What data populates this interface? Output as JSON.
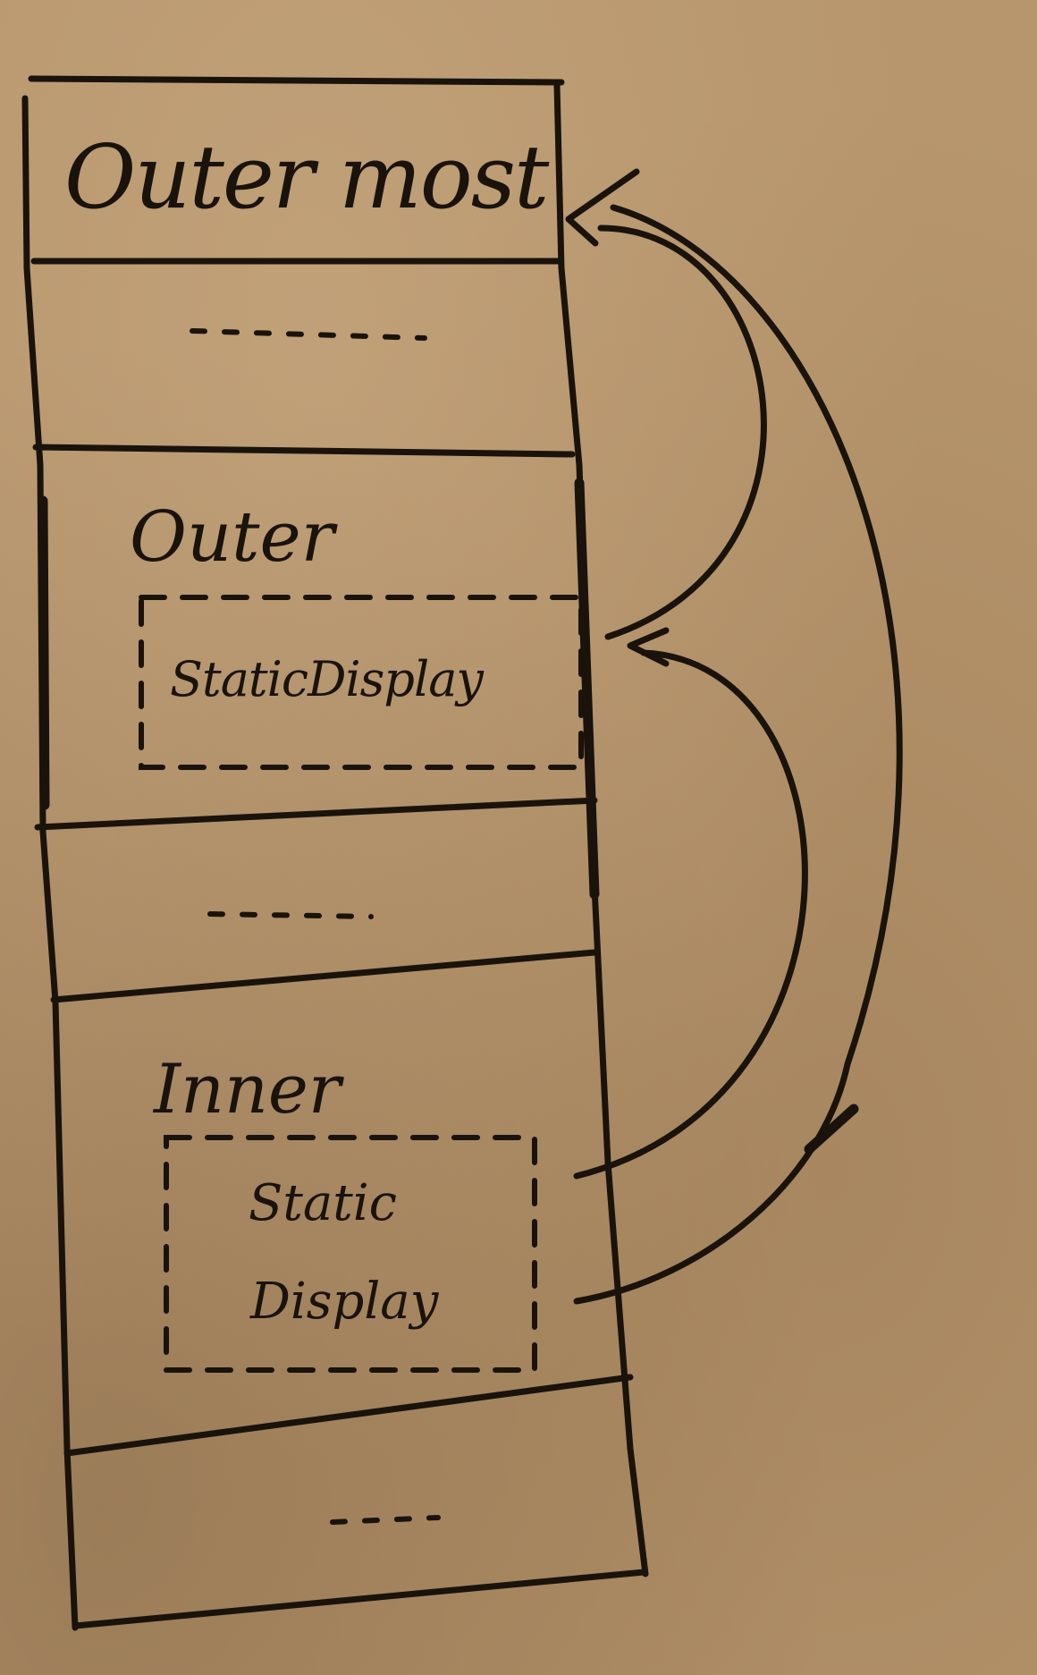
{
  "diagram": {
    "frames": [
      {
        "id": "outermost",
        "label": "Outer most"
      },
      {
        "id": "gap1",
        "label": ""
      },
      {
        "id": "outer",
        "label": "Outer",
        "contains": {
          "label": "StaticDisplay"
        }
      },
      {
        "id": "gap2",
        "label": ""
      },
      {
        "id": "inner",
        "label": "Inner",
        "contains": {
          "line1": "Static",
          "line2": "Display"
        }
      },
      {
        "id": "gap3",
        "label": ""
      }
    ],
    "arrows": [
      {
        "from": "outer.StaticDisplay",
        "to": "outermost"
      },
      {
        "from": "inner.Static",
        "to": "outer.StaticDisplay"
      },
      {
        "from": "inner.Display",
        "to": "outermost"
      }
    ]
  },
  "colors": {
    "paper": "#b7966d",
    "ink": "#1a130c"
  }
}
